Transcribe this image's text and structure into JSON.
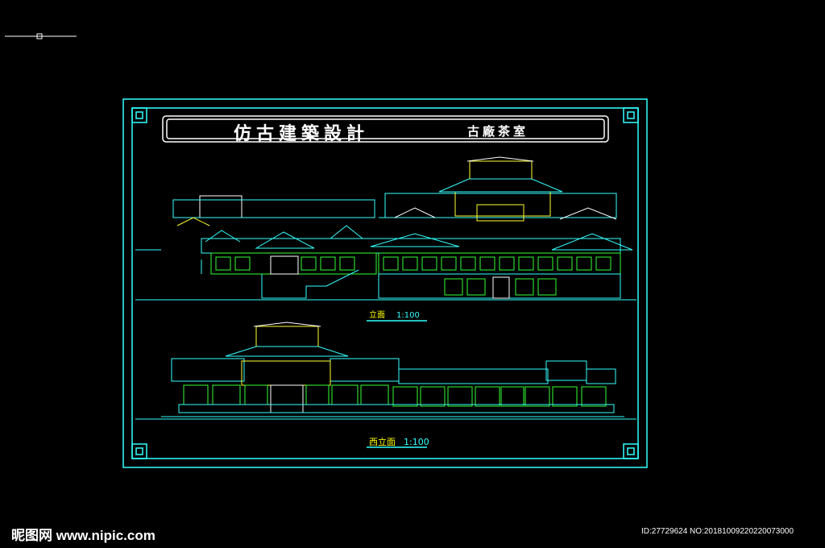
{
  "title": {
    "main": "仿古建築設計",
    "sub": "古廠茶室"
  },
  "elevations": [
    {
      "name": "立面",
      "scale": "1:100"
    },
    {
      "name": "西立面",
      "scale": "1:100"
    }
  ],
  "watermark": {
    "site": "昵图网 www.nipic.com",
    "id": "ID:27729624 NO:20181009220220073000"
  },
  "colors": {
    "background": "#000000",
    "frame": "#33ffff",
    "structure": "#33ffff",
    "accent_green": "#33ff33",
    "accent_yellow": "#ffff33",
    "text": "#ffffff"
  }
}
